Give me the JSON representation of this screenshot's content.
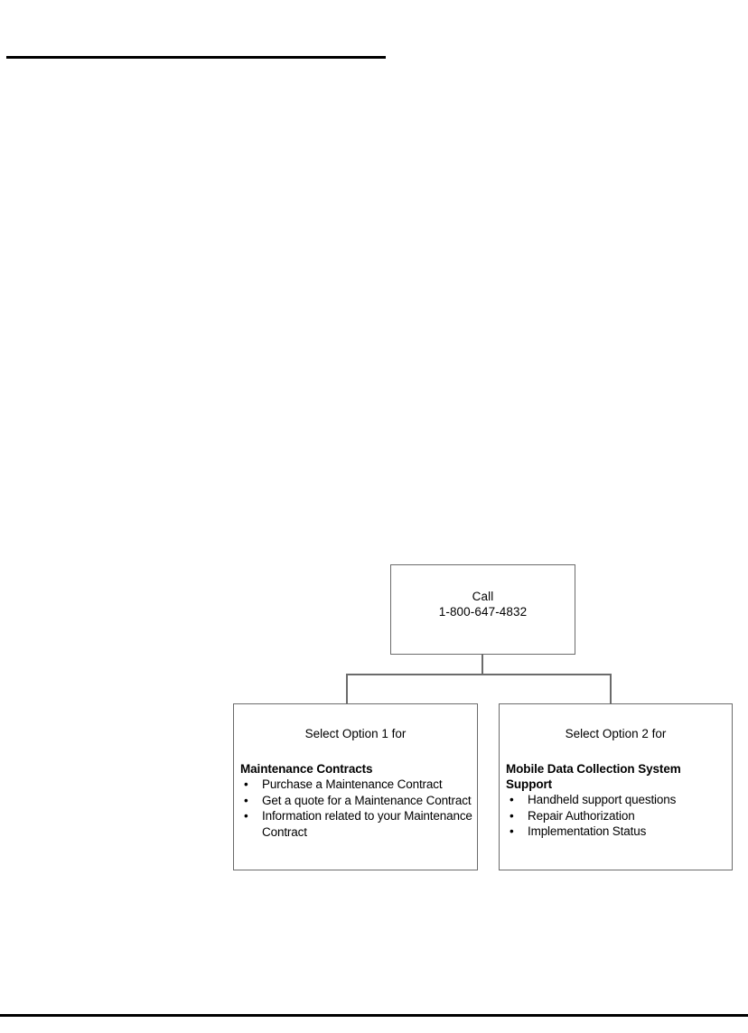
{
  "page": {
    "header_rule": "horizontal-rule",
    "footer_rule": "horizontal-rule"
  },
  "diagram": {
    "type": "flowchart",
    "orientation": "top-down",
    "root": {
      "name": "call-node",
      "line1": "Call",
      "line2": "1-800-647-4832"
    },
    "branches": [
      {
        "name": "option-1",
        "heading": "Select Option 1 for",
        "title": "Maintenance Contracts",
        "bullet_glyph": "•",
        "items": [
          "Purchase a Maintenance Contract",
          "Get a quote for a Maintenance Contract",
          "Information related to your Maintenance Contract"
        ]
      },
      {
        "name": "option-2",
        "heading": "Select Option 2 for",
        "title": "Mobile Data Collection System Support",
        "bullet_glyph": "•",
        "items": [
          "Handheld support questions",
          "Repair Authorization",
          "Implementation Status"
        ]
      }
    ]
  },
  "colors": {
    "rule": "#000000",
    "box_border": "#6b6b6b",
    "connector": "#6b6b6b",
    "text": "#000000",
    "background": "#ffffff"
  }
}
